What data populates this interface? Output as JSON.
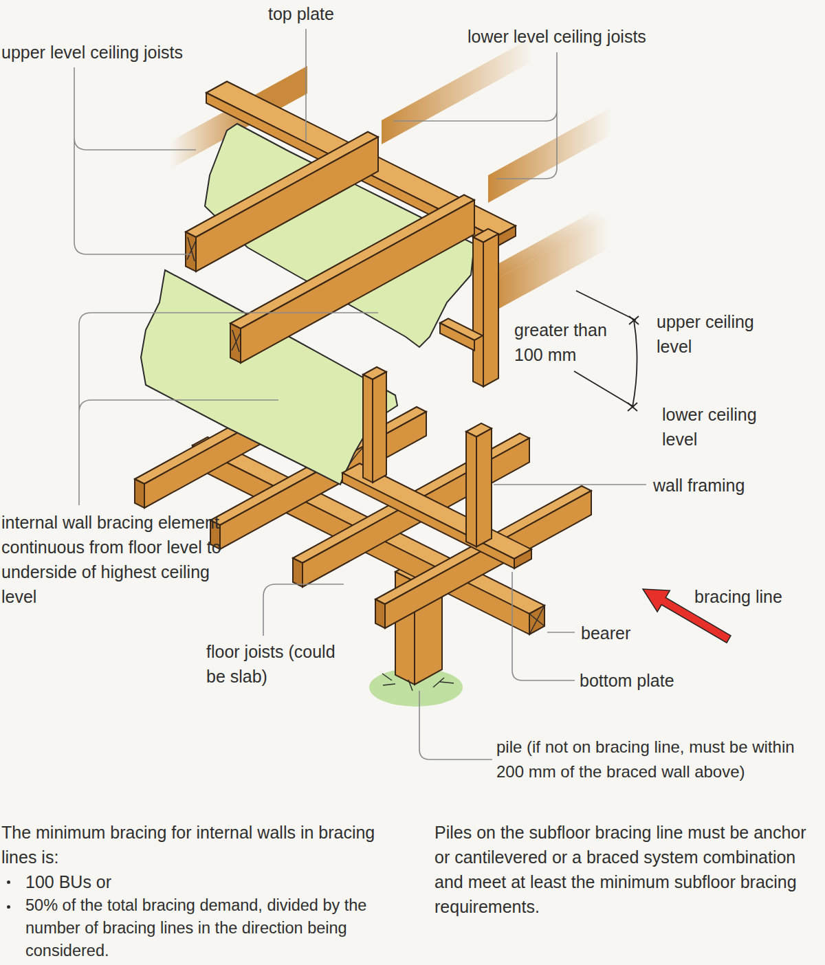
{
  "diagram": {
    "labels": [
      "top plate",
      "upper level ceiling joists",
      "lower level ceiling joists",
      "greater than 100 mm",
      "upper ceiling level",
      "lower ceiling level",
      "wall framing",
      "internal wall bracing element continuous from floor level to underside of highest ceiling level",
      "bracing line",
      "bearer",
      "floor joists (could be slab)",
      "bottom plate",
      "pile (if not on bracing line, must be within 200 mm of the braced wall above)",
      "The minimum bracing for internal walls in bracing lines is:",
      "100 BUs or",
      "50% of the total bracing demand, divided by the number of bracing lines in the direction being considered.",
      "Piles on the subfloor bracing line must be anchor or cantilevered or a braced system combination and meet at least the minimum subfloor bracing requirements."
    ]
  }
}
